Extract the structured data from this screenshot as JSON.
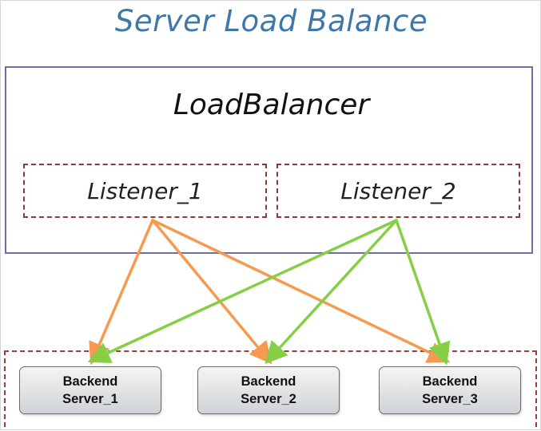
{
  "title": "Server Load Balance",
  "load_balancer": {
    "label": "LoadBalancer",
    "border_color": "#6d6da8"
  },
  "listeners": [
    {
      "label": "Listener_1",
      "arrow_color": "#f59a4f"
    },
    {
      "label": "Listener_2",
      "arrow_color": "#86cf45"
    }
  ],
  "backend_servers": [
    {
      "line1": "Backend",
      "line2": "Server_1"
    },
    {
      "line1": "Backend",
      "line2": "Server_2"
    },
    {
      "line1": "Backend",
      "line2": "Server_3"
    }
  ],
  "connections": [
    {
      "from": "Listener_1",
      "to": "Server_1"
    },
    {
      "from": "Listener_1",
      "to": "Server_2"
    },
    {
      "from": "Listener_1",
      "to": "Server_3"
    },
    {
      "from": "Listener_2",
      "to": "Server_1"
    },
    {
      "from": "Listener_2",
      "to": "Server_2"
    },
    {
      "from": "Listener_2",
      "to": "Server_3"
    }
  ],
  "colors": {
    "title": "#3f78a8",
    "dashed_border": "#8b3a3a"
  }
}
